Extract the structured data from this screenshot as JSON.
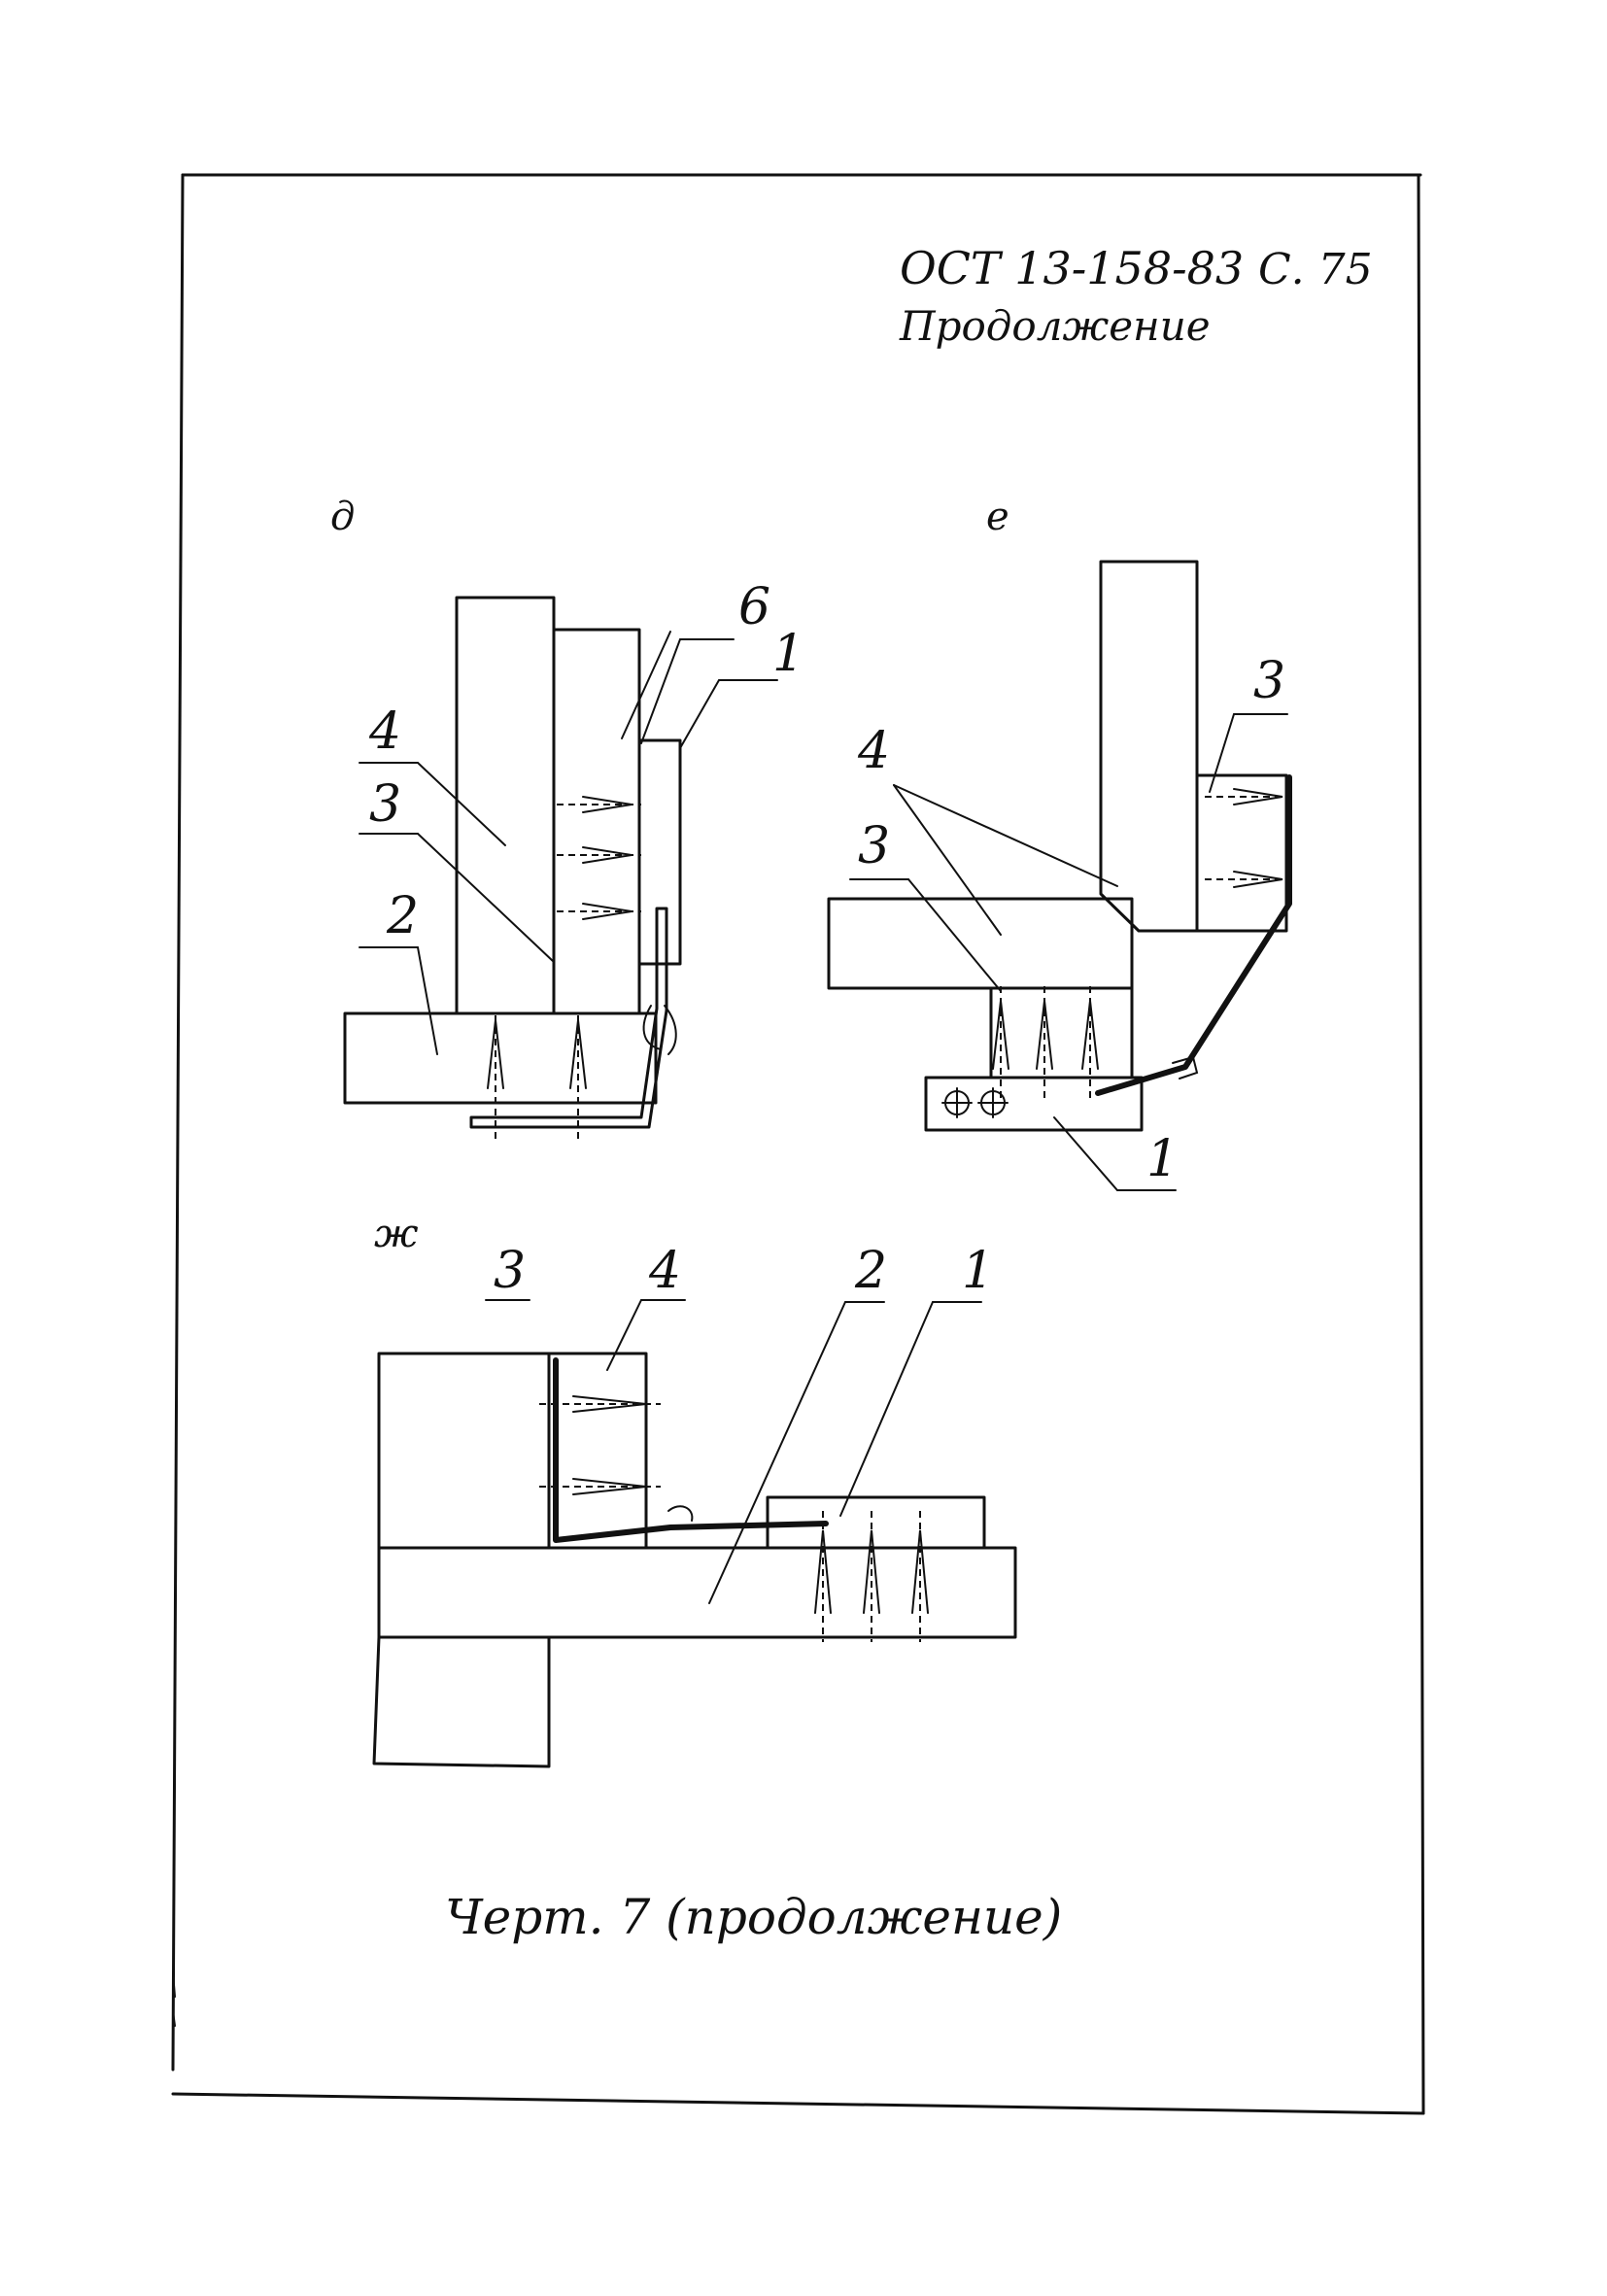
{
  "header": {
    "doc_code": "ОСТ 13-158-83",
    "page_label": "С. 75",
    "subtitle": "Продолжение"
  },
  "views": {
    "d": {
      "letter": "д",
      "labels": [
        "6",
        "1",
        "4",
        "3",
        "2"
      ]
    },
    "e": {
      "letter": "е",
      "labels": [
        "3",
        "4",
        "3",
        "1"
      ]
    },
    "zh": {
      "letter": "ж",
      "labels": [
        "3",
        "4",
        "2",
        "1"
      ]
    }
  },
  "caption": "Черт. 7 (продолжение)"
}
